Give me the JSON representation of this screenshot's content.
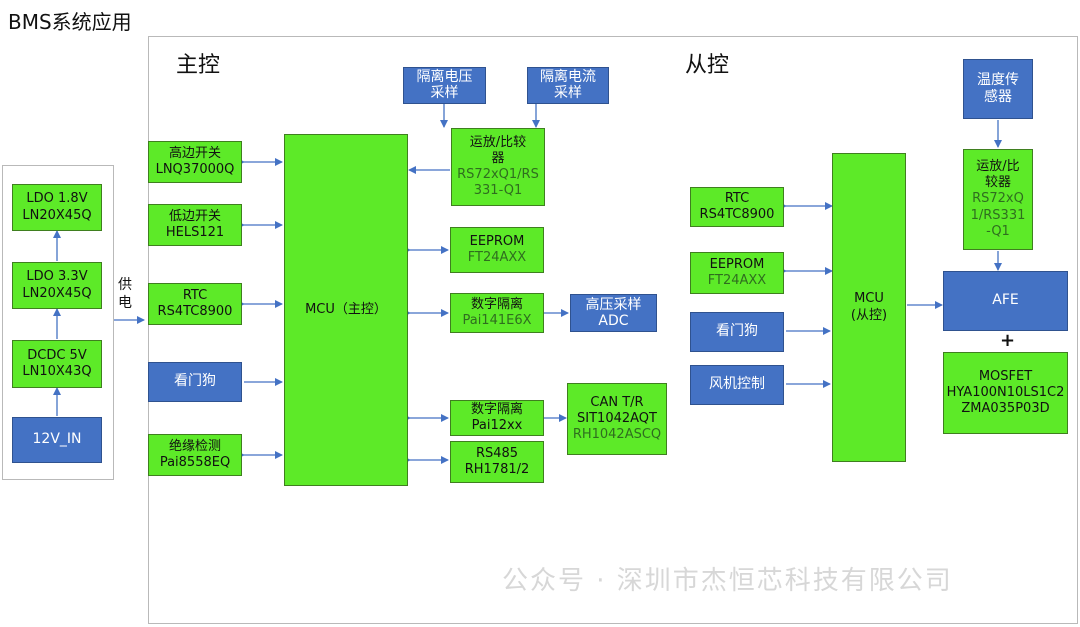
{
  "title": "BMS系统应用",
  "section_master": "主控",
  "section_slave": "从控",
  "power_label": [
    "供",
    "电"
  ],
  "plus": "+",
  "watermark": "公众号 · 深圳市杰恒芯科技有限公司",
  "ldo18": [
    "LDO 1.8V",
    "LN20X45Q"
  ],
  "ldo33": [
    "LDO 3.3V",
    "LN20X45Q"
  ],
  "dcdc5": [
    "DCDC 5V",
    "LN10X43Q"
  ],
  "v12": "12V_IN",
  "m_highside": [
    "高边开关",
    "LNQ37000Q"
  ],
  "m_lowside": [
    "低边开关",
    "HELS121"
  ],
  "m_rtc": [
    "RTC",
    "RS4TC8900"
  ],
  "m_watchdog": "看门狗",
  "m_insulation": [
    "绝缘检测",
    "Pai8558EQ"
  ],
  "m_mcu": "MCU（主控）",
  "m_iso_v": [
    "隔离电压",
    "采样"
  ],
  "m_iso_i": [
    "隔离电流",
    "采样"
  ],
  "m_opamp": [
    "运放/比较",
    "器",
    "RS72xQ1/RS",
    "331-Q1"
  ],
  "m_eeprom": [
    "EEPROM",
    "FT24AXX"
  ],
  "m_digiso1": [
    "数字隔离",
    "Pai141E6X"
  ],
  "m_hvadc": [
    "高压采样",
    "ADC"
  ],
  "m_digiso2": [
    "数字隔离",
    "Pai12xx"
  ],
  "m_can": [
    "CAN T/R",
    "SIT1042AQT",
    "RH1042ASCQ"
  ],
  "m_rs485": [
    "RS485",
    "RH1781/2"
  ],
  "s_rtc": [
    "RTC",
    "RS4TC8900"
  ],
  "s_eeprom": [
    "EEPROM",
    "FT24AXX"
  ],
  "s_watchdog": "看门狗",
  "s_fan": "风机控制",
  "s_mcu": [
    "MCU",
    "(从控)"
  ],
  "s_temp": [
    "温度传",
    "感器"
  ],
  "s_opamp": [
    "运放/比",
    "较器",
    "RS72xQ",
    "1/RS331",
    "-Q1"
  ],
  "s_afe": "AFE",
  "s_mosfet": [
    "MOSFET",
    "HYA100N10LS1C2",
    "ZMA035P03D"
  ],
  "colors": {
    "green_block": "#5dea28",
    "blue_block": "#4472c4",
    "connector": "#4472c4",
    "frame": "#b9b9b9"
  }
}
